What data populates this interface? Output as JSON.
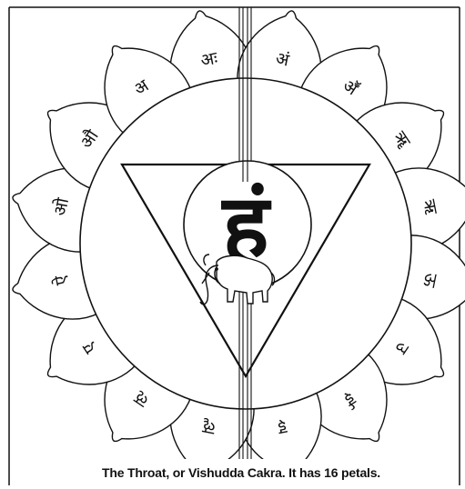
{
  "caption": "The Throat, or Vishudda Cakra. It has 16 petals.",
  "petal_count": 16,
  "petal_syllables": [
    "अः",
    "अं",
    "अॕ",
    "ॠ",
    "ऋ",
    "ऊ",
    "उ",
    "ई",
    "इ",
    "ॡ",
    "ऌ",
    "ए",
    "ऐ",
    "ओ",
    "औ",
    "अ"
  ],
  "seed_syllable": "हं",
  "center_figure": "elephant",
  "colors": {
    "ink": "#111111",
    "paper": "#ffffff"
  }
}
